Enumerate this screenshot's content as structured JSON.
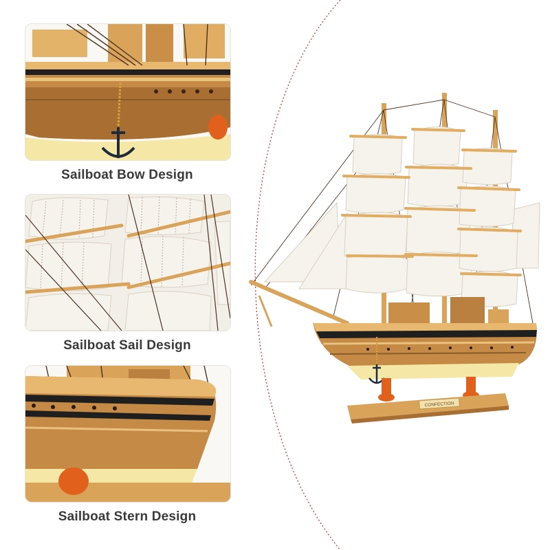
{
  "panels": [
    {
      "caption": "Sailboat Bow Design"
    },
    {
      "caption": "Sailboat Sail Design"
    },
    {
      "caption": "Sailboat Stern Design"
    }
  ],
  "product": {
    "stand_plaque": "CONFECTION"
  },
  "colors": {
    "wood_light": "#d9a35a",
    "wood_dark": "#8a5a2b",
    "hull_stripe": "#1f1f1f",
    "sail": "#f6f3ec",
    "sail_stitch": "#b8ad9c",
    "rigging": "#4a3222",
    "stand_knob": "#e0601c",
    "keel_yellow": "#f5e7a6",
    "divider_line": "#d9333a",
    "caption_text": "#3a3a3a"
  }
}
